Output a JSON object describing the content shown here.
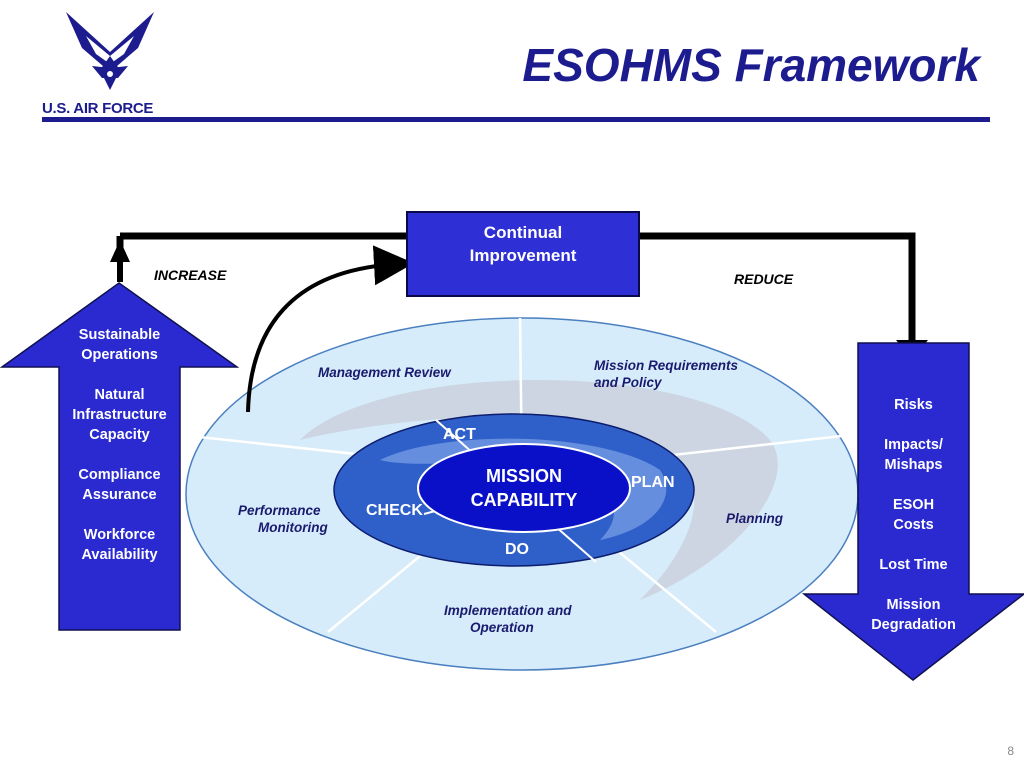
{
  "header": {
    "title": "ESOHMS  Framework",
    "logo_text": "U.S. AIR FORCE",
    "page_number": "8"
  },
  "top": {
    "continual_improvement": [
      "Continual",
      "Improvement"
    ],
    "increase": "INCREASE",
    "reduce": "REDUCE"
  },
  "left_arrow": {
    "items": [
      [
        "Sustainable",
        "Operations"
      ],
      [
        "Natural",
        "Infrastructure",
        "Capacity"
      ],
      [
        "Compliance",
        "Assurance"
      ],
      [
        "Workforce",
        "Availability"
      ]
    ]
  },
  "right_arrow": {
    "items": [
      [
        "Risks"
      ],
      [
        "Impacts/",
        "Mishaps"
      ],
      [
        "ESOH",
        "Costs"
      ],
      [
        "Lost Time"
      ],
      [
        "Mission",
        "Degradation"
      ]
    ]
  },
  "outer_segments": {
    "management_review": "Management Review",
    "mission_requirements": [
      "Mission Requirements",
      "and Policy"
    ],
    "planning": "Planning",
    "implementation": [
      "Implementation and",
      "Operation"
    ],
    "performance": [
      "Performance",
      "Monitoring"
    ]
  },
  "inner_ring": {
    "act": "ACT",
    "plan": "PLAN",
    "do": "DO",
    "check": "CHECK"
  },
  "core": [
    "MISSION",
    "CAPABILITY"
  ],
  "colors": {
    "brand_navy": "#1c1c8f",
    "arrow_blue": "#2a2ad0",
    "ellipse_light": "#d6ecfa",
    "ring_blue": "#2f5fc8",
    "core_blue": "#0a10c8"
  }
}
